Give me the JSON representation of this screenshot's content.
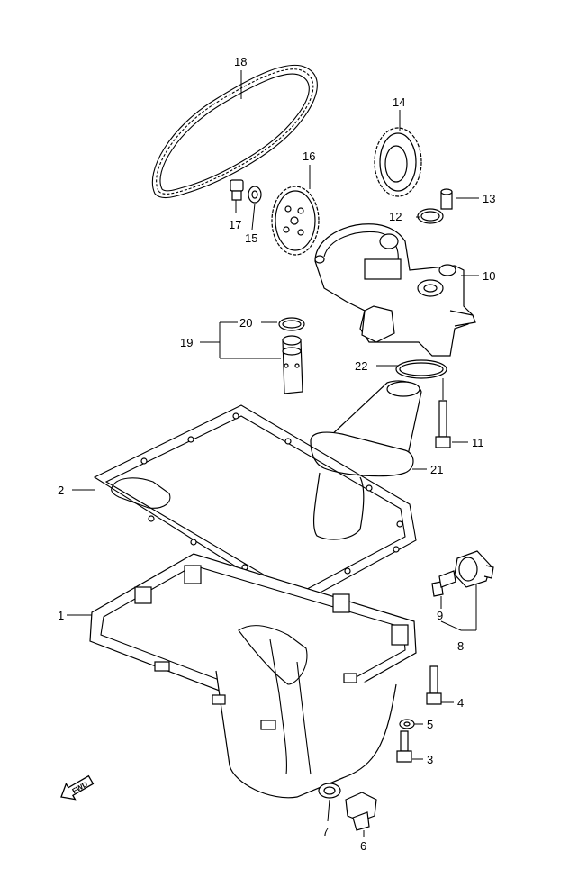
{
  "callouts": {
    "c1": "1",
    "c2": "2",
    "c3": "3",
    "c4": "4",
    "c5": "5",
    "c6": "6",
    "c7": "7",
    "c8": "8",
    "c9": "9",
    "c10": "10",
    "c11": "11",
    "c12": "12",
    "c13": "13",
    "c14": "14",
    "c15": "15",
    "c16": "16",
    "c17": "17",
    "c18": "18",
    "c19": "19",
    "c20": "20",
    "c21": "21",
    "c22": "22"
  },
  "fwd_marker": "FWD",
  "icons": [
    "fwd-arrow-icon"
  ]
}
